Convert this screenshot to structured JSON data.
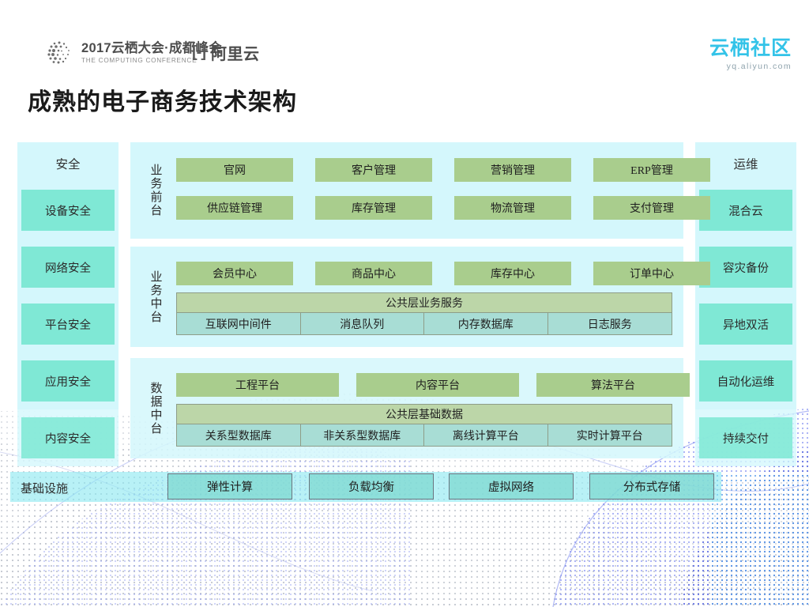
{
  "header": {
    "conference_cn": "2017云栖大会·成都峰会",
    "conference_en": "THE COMPUTING CONFERENCE",
    "aliyun_icon": "aliyun-logo-icon",
    "aliyun_label": "阿里云",
    "community_label": "云栖社区",
    "community_url": "yq.aliyun.com"
  },
  "title": "成熟的电子商务技术架构",
  "left_column": {
    "head": "安全",
    "items": [
      "设备安全",
      "网络安全",
      "平台安全",
      "应用安全",
      "内容安全"
    ]
  },
  "right_column": {
    "head": "运维",
    "items": [
      "混合云",
      "容灾备份",
      "异地双活",
      "自动化运维",
      "持续交付"
    ]
  },
  "sections": [
    {
      "label": "业务前台",
      "rows": [
        [
          "官网",
          "客户管理",
          "营销管理",
          "ERP管理"
        ],
        [
          "供应链管理",
          "库存管理",
          "物流管理",
          "支付管理"
        ]
      ]
    },
    {
      "label": "业务中台",
      "rows": [
        [
          "会员中心",
          "商品中心",
          "库存中心",
          "订单中心"
        ]
      ],
      "band": "公共层业务服务",
      "subrow": [
        "互联网中间件",
        "消息队列",
        "内存数据库",
        "日志服务"
      ]
    },
    {
      "label": "数据中台",
      "rows": [
        [
          "工程平台",
          "内容平台",
          "算法平台"
        ]
      ],
      "band": "公共层基础数据",
      "subrow": [
        "关系型数据库",
        "非关系型数据库",
        "离线计算平台",
        "实时计算平台"
      ]
    }
  ],
  "infrastructure": {
    "label": "基础设施",
    "items": [
      "弹性计算",
      "负载均衡",
      "虚拟网络",
      "分布式存储"
    ]
  },
  "colors": {
    "panel_bg": "#d4f7fc",
    "side_box": "#7fe8d5",
    "green_box": "#a9cd8d",
    "band_green": "#bcd6a8",
    "teal_box": "#a8ddd5",
    "accent_cyan": "#33c3e8"
  }
}
